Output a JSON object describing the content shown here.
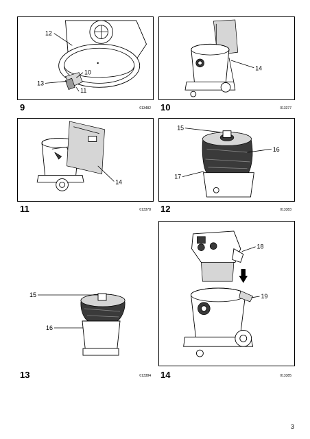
{
  "figures": [
    {
      "number": "9",
      "code": "013482",
      "labels": [
        "12",
        "10",
        "13",
        "11"
      ]
    },
    {
      "number": "10",
      "code": "013377",
      "labels": [
        "14"
      ]
    },
    {
      "number": "11",
      "code": "013378",
      "labels": [
        "14"
      ]
    },
    {
      "number": "12",
      "code": "013383",
      "labels": [
        "15",
        "16",
        "17"
      ]
    },
    {
      "number": "13",
      "code": "013384",
      "labels": [
        "15",
        "16"
      ]
    },
    {
      "number": "14",
      "code": "013385",
      "labels": [
        "18",
        "19"
      ]
    }
  ],
  "page_number": "3"
}
